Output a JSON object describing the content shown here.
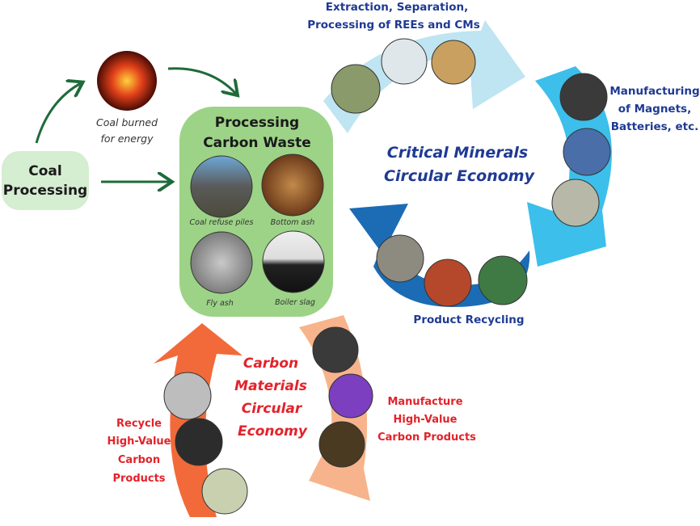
{
  "coal_processing": {
    "line1": "Coal",
    "line2": "Processing"
  },
  "coal_burned": {
    "line1": "Coal burned",
    "line2": "for energy"
  },
  "carbon_waste": {
    "title_line1": "Processing",
    "title_line2": "Carbon Waste",
    "items": [
      {
        "label": "Coal refuse piles"
      },
      {
        "label": "Bottom ash"
      },
      {
        "label": "Fly ash"
      },
      {
        "label": "Boiler slag"
      }
    ]
  },
  "critical_minerals": {
    "title_line1": "Critical Minerals",
    "title_line2": "Circular Economy",
    "extraction_line1": "Extraction, Separation,",
    "extraction_line2": "Processing of REEs and CMs",
    "manufacturing_line1": "Manufacturing",
    "manufacturing_line2": "of Magnets,",
    "manufacturing_line3": "Batteries, etc.",
    "recycling": "Product Recycling"
  },
  "carbon_materials": {
    "title": [
      "Carbon",
      "Materials",
      "Circular",
      "Economy"
    ],
    "manufacture": [
      "Manufacture",
      "High-Value",
      "Carbon Products"
    ],
    "recycle": [
      "Recycle",
      "High-Value",
      "Carbon",
      "Products"
    ]
  },
  "colors": {
    "green_arrow": "#1e6b3a",
    "coal_box": "#d5edd0",
    "waste_box": "#9dd387",
    "light_blue": "#bfe4f2",
    "mid_blue": "#3cbfea",
    "dark_blue": "#1b6cb5",
    "orange": "#f26a3a",
    "peach": "#f7b48c",
    "navy_text": "#1f3a93",
    "red_text": "#e3222a"
  }
}
